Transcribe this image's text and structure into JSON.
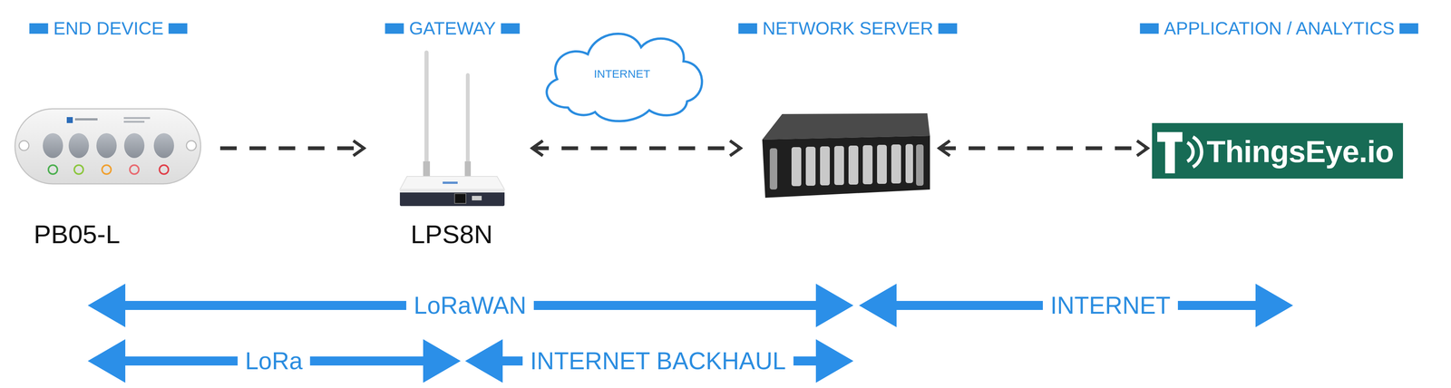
{
  "diagram": {
    "nodes": [
      {
        "text": [
          "END DEVICE",
          "PB05-L"
        ]
      },
      {
        "text": [
          "GATEWAY",
          "LPS8N"
        ]
      },
      {
        "text": [
          "INTERNET"
        ]
      },
      {
        "text": [
          "NETWORK SERVER"
        ]
      },
      {
        "text": [
          "APPLICATION / ANALYTICS",
          "ThingsEye.io"
        ]
      }
    ],
    "edges": [
      {
        "from": 0,
        "to": 1,
        "arrow": "to"
      },
      {
        "from": 1,
        "to": 3,
        "arrow": "both"
      },
      {
        "from": 3,
        "to": 4,
        "arrow": "both"
      }
    ],
    "labels": [
      "LoRaWAN",
      "INTERNET",
      "LoRa",
      "INTERNET BACKHAUL"
    ]
  }
}
